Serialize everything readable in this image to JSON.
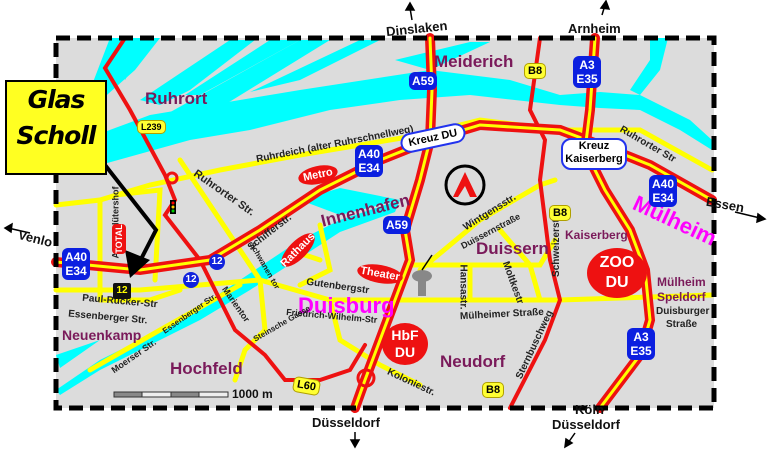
{
  "logo": {
    "line1": "Glas",
    "line2": "Scholl",
    "bg_color": "#ffff22"
  },
  "districts": {
    "ruhrort": "Ruhrort",
    "meiderich": "Meiderich",
    "innenhafen": "Innenhafen",
    "duissern": "Duissern",
    "kaiserberg": "Kaiserberg",
    "neuenkamp": "Neuenkamp",
    "hochfeld": "Hochfeld",
    "neudorf": "Neudorf",
    "muelheim_speldorf_1": "Mülheim",
    "muelheim_speldorf_2": "Speldorf"
  },
  "cities": {
    "duisburg": "Duisburg",
    "muelheim": "Mülheim"
  },
  "directions": {
    "dinslaken": "Dinslaken",
    "arnheim": "Arnheim",
    "venlo": "Venlo",
    "essen": "Essen",
    "duesseldorf": "Düsseldorf",
    "koeln": "Köln",
    "koeln_duesseldorf": "Düsseldorf"
  },
  "streets": {
    "ruhrdeich": "Ruhrdeich (alter Ruhrschnellweg)",
    "ruhrorter_str": "Ruhrorter Str.",
    "ruhrorter_str_east": "Ruhrorter Str",
    "schifferstr": "Schifferstr.",
    "schwanentor": "Schwanen tor",
    "am_schluetershof": "Am Schlütershof",
    "paul_ruecker": "Paul-Rücker-Str",
    "essenberger": "Essenberger Str.",
    "essenberger_diag": "Essenberger Str.",
    "moerser": "Moerser Str.",
    "marientor": "Marientor",
    "steinsche_gasse": "Steinsche Gasse",
    "gutenbergstr": "Gutenbergstr",
    "friedrich_wilhelm": "Friedrich-Wilhelm-Str",
    "wintgensstr": "Wintgensstr.",
    "duissernstrasse": "Duissernstraße",
    "hansastr": "Hansastr.",
    "moltkestr": "Moltkestr",
    "schweizerstr": "Schweizerstr.",
    "muelheimer_strasse": "Mülheimer Straße",
    "duisburger_strasse_1": "Duisburger",
    "duisburger_strasse_2": "Straße",
    "sternbuschweg": "Sternbuschweg",
    "koloniestr": "Koloniestr."
  },
  "badges": {
    "a59_top": "A59",
    "a59_mid": "A59",
    "a40_west_1": "A40",
    "a40_west_2": "E34",
    "a40_center_1": "A40",
    "a40_center_2": "E34",
    "a40_east_1": "A40",
    "a40_east_2": "E34",
    "a3_north_1": "A3",
    "a3_north_2": "E35",
    "a3_south_1": "A3",
    "a3_south_2": "E35",
    "b8_north": "B8",
    "b8_mid": "B8",
    "b8_south": "B8",
    "l239": "L239",
    "l60": "L60",
    "exit12_a": "12",
    "exit12_b": "12",
    "exit12_c": "12"
  },
  "interchanges": {
    "kreuz_du": "Kreuz DU",
    "kreuz_kaiserberg_1": "Kreuz",
    "kreuz_kaiserberg_2": "Kaiserberg"
  },
  "pois": {
    "metro": "Metro",
    "rathaus": "Rathaus",
    "theater": "Theater",
    "total": "TOTAL",
    "hbf_1": "HbF",
    "hbf_2": "DU",
    "zoo_1": "ZOO",
    "zoo_2": "DU"
  },
  "scale": {
    "label": "1000 m"
  },
  "colors": {
    "land": "#dcdcdc",
    "water": "#00ffff",
    "road_yellow": "#ffff00",
    "road_red": "#ee1111",
    "motorway_blue": "#0b1fe0",
    "district": "#7a1a5a",
    "city": "#ff00ff"
  }
}
